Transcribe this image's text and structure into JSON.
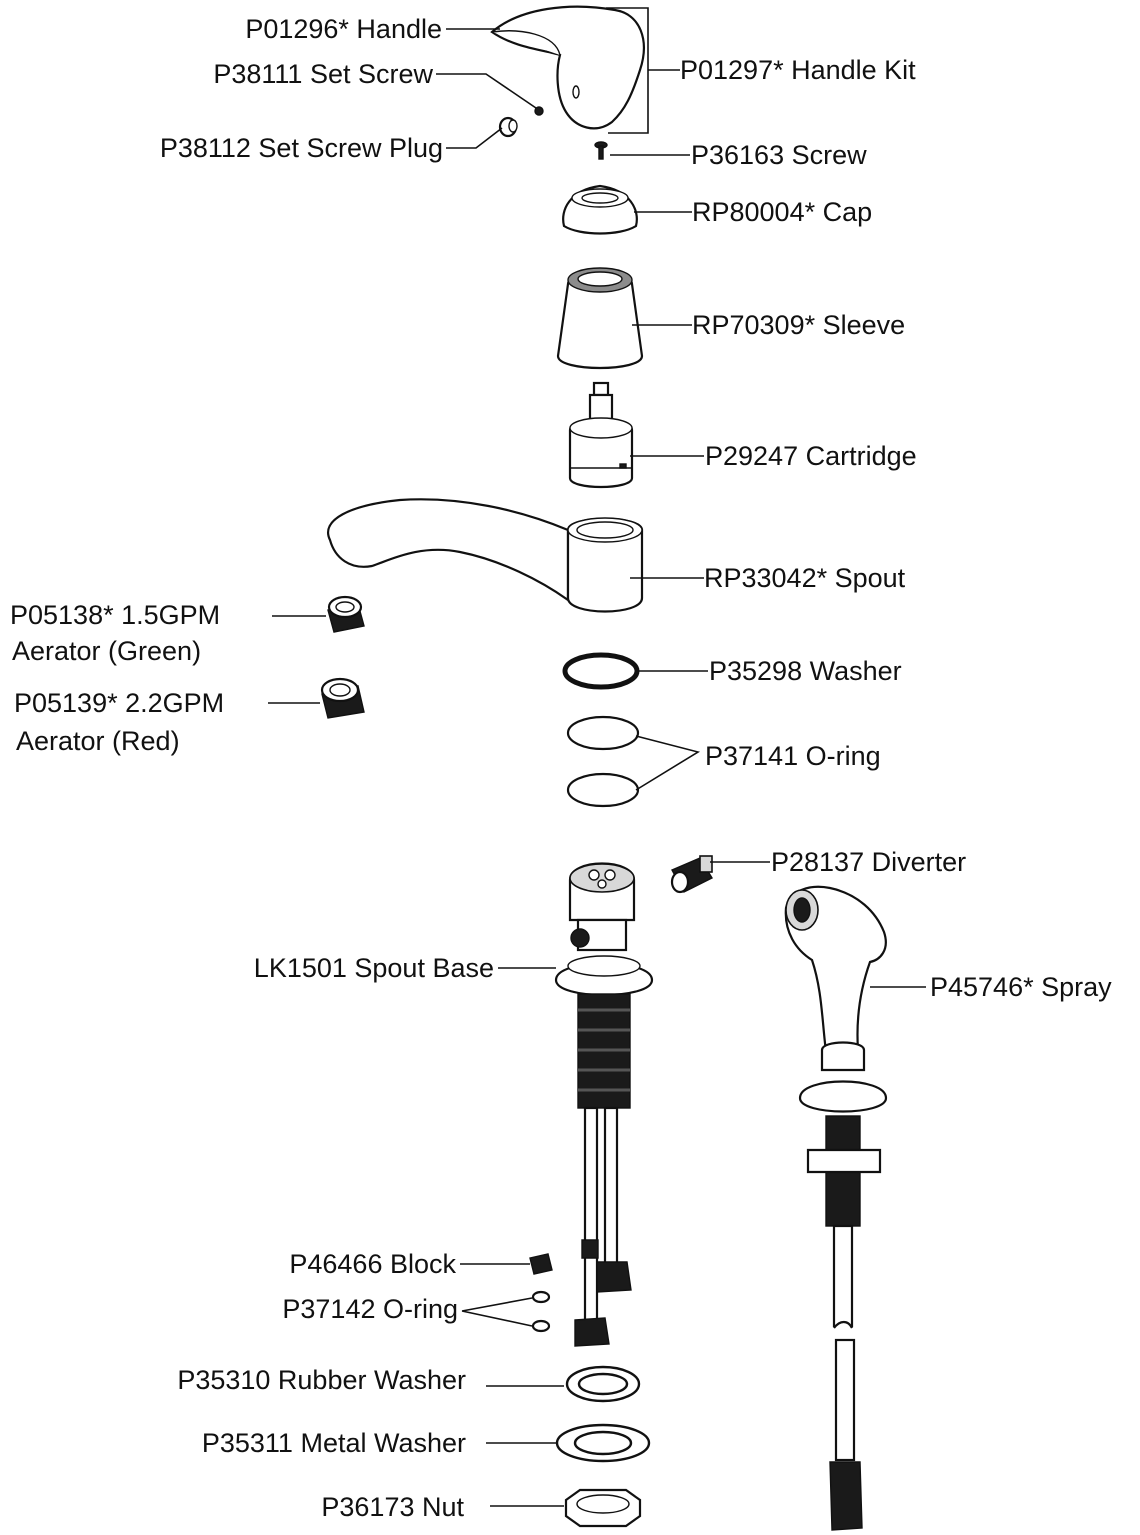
{
  "diagram": {
    "labels": {
      "handle": "P01296* Handle",
      "set_screw": "P38111 Set Screw",
      "set_screw_plug": "P38112 Set Screw Plug",
      "handle_kit": "P01297* Handle Kit",
      "screw": "P36163 Screw",
      "cap": "RP80004* Cap",
      "sleeve": "RP70309* Sleeve",
      "cartridge": "P29247 Cartridge",
      "spout": "RP33042* Spout",
      "aerator_green_line1": "P05138* 1.5GPM",
      "aerator_green_line2": "Aerator (Green)",
      "aerator_red_line1": "P05139* 2.2GPM",
      "aerator_red_line2": "Aerator (Red)",
      "washer": "P35298 Washer",
      "oring": "P37141 O-ring",
      "diverter": "P28137 Diverter",
      "spout_base": "LK1501 Spout Base",
      "spray": "P45746* Spray",
      "block": "P46466 Block",
      "oring_small": "P37142 O-ring",
      "rubber_washer": "P35310 Rubber Washer",
      "metal_washer": "P35311 Metal Washer",
      "nut": "P36173 Nut"
    }
  }
}
